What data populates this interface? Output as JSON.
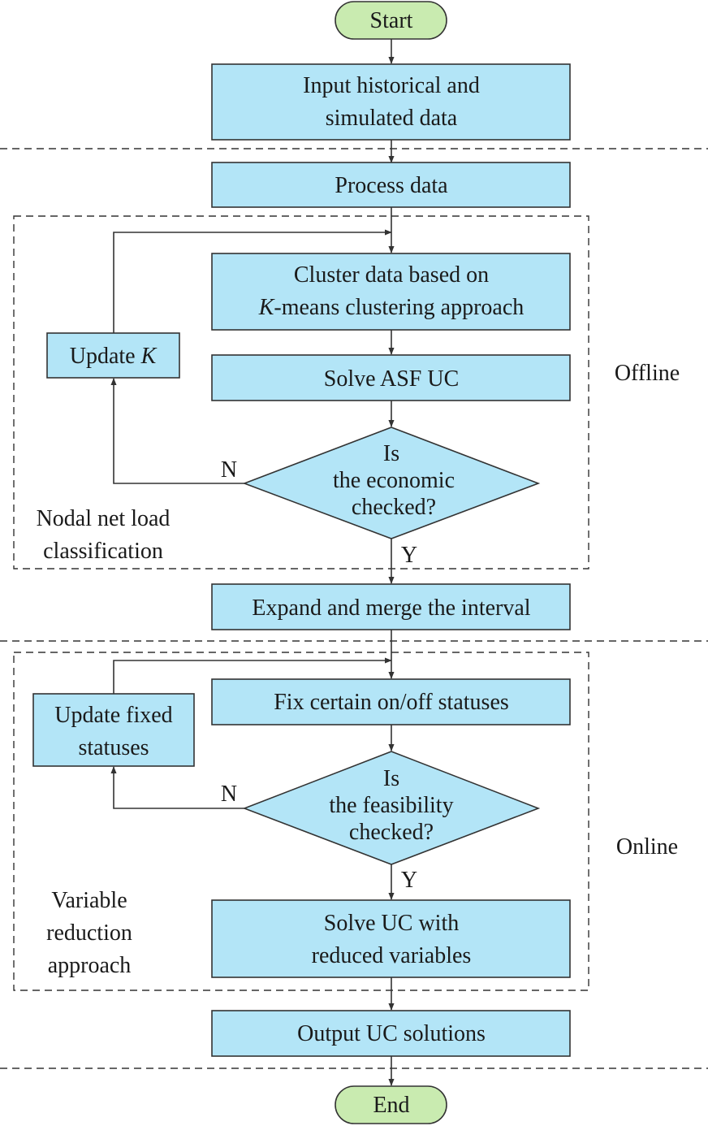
{
  "nodes": {
    "start": "Start",
    "input": [
      "Input historical and",
      "simulated data"
    ],
    "process": "Process data",
    "cluster": [
      "Cluster data based on",
      "K-means clustering approach"
    ],
    "solve_asf": "Solve ASF UC",
    "economic": [
      "Is",
      "the economic",
      "checked?"
    ],
    "update_k": "Update K",
    "expand": "Expand and merge the interval",
    "fix": "Fix certain on/off statuses",
    "feasibility": [
      "Is",
      "the feasibility",
      "checked?"
    ],
    "update_fixed": [
      "Update fixed",
      "statuses"
    ],
    "solve_uc": [
      "Solve UC with",
      "reduced variables"
    ],
    "output": "Output UC solutions",
    "end": "End"
  },
  "edge_labels": {
    "economic_no": "N",
    "economic_yes": "Y",
    "feasibility_no": "N",
    "feasibility_yes": "Y"
  },
  "regions": {
    "classification": [
      "Nodal net load",
      "classification"
    ],
    "reduction": [
      "Variable",
      "reduction",
      "approach"
    ],
    "offline": "Offline",
    "online": "Online"
  },
  "colors": {
    "process_fill": "#b3e5f7",
    "terminal_fill": "#c9ebb0",
    "stroke": "#333333"
  }
}
